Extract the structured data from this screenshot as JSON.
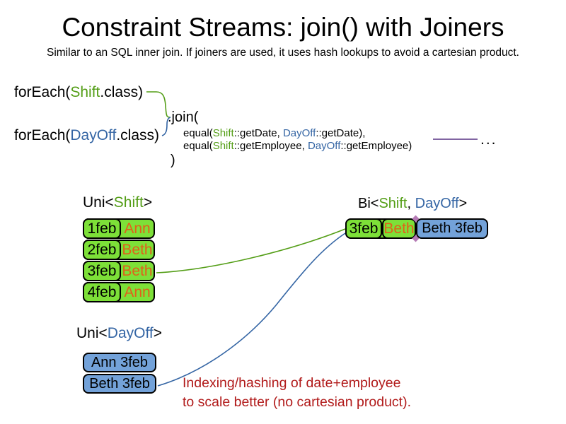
{
  "slide": {
    "title": "Constraint Streams: join() with Joiners",
    "subtitle": "Similar to an SQL inner join. If joiners are used, it uses hash lookups to avoid a cartesian product."
  },
  "code": {
    "foreach_shift": {
      "pre": "forEach(",
      "cls": "Shift",
      "post": ".class)"
    },
    "foreach_dayoff": {
      "pre": "forEach(",
      "cls": "DayOff",
      "post": ".class)"
    },
    "join_open": ".join(",
    "equal_date": {
      "pre": "equal(",
      "c1": "Shift",
      "m1": "::getDate, ",
      "c2": "DayOff",
      "m2": "::getDate),"
    },
    "equal_employee": {
      "pre": "equal(",
      "c1": "Shift",
      "m1": "::getEmployee, ",
      "c2": "DayOff",
      "m2": "::getEmployee)"
    },
    "join_close": ")",
    "ellipsis": "..."
  },
  "uni_shift": {
    "label": {
      "pre": "Uni<",
      "cls": "Shift",
      "post": ">"
    },
    "rows": [
      {
        "date": "1feb",
        "name": "Ann"
      },
      {
        "date": "2feb",
        "name": "Beth"
      },
      {
        "date": "3feb",
        "name": "Beth"
      },
      {
        "date": "4feb",
        "name": "Ann"
      }
    ]
  },
  "bi": {
    "label": {
      "pre": "Bi<",
      "cls1": "Shift",
      "sep": ", ",
      "cls2": "DayOff",
      "post": ">"
    },
    "shift_cell": {
      "date": "3feb",
      "name": "Beth"
    },
    "dayoff_cell": "Beth 3feb"
  },
  "uni_dayoff": {
    "label": {
      "pre": "Uni<",
      "cls": "DayOff",
      "post": ">"
    },
    "rows": [
      {
        "text": "Ann 3feb"
      },
      {
        "text": "Beth 3feb"
      }
    ]
  },
  "note": {
    "line1": "Indexing/hashing of date+employee",
    "line2": "to scale better (no cartesian product)."
  },
  "colors": {
    "class_green": "#549e17",
    "class_blue": "#3465a4",
    "box_green": "#7de038",
    "box_blue": "#73a2d9",
    "employee_orange": "#e0611a",
    "note_red": "#b11a1a",
    "joiner_purple": "#8064a2"
  }
}
